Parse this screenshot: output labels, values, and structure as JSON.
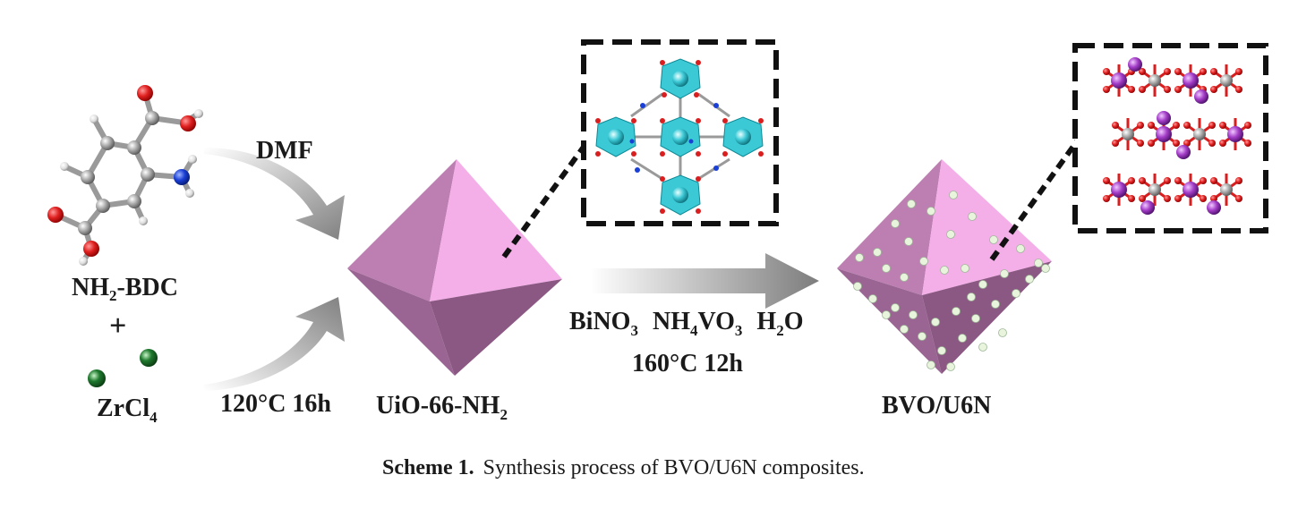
{
  "reactants": {
    "ligand_label_main": "NH",
    "ligand_label_sub": "2",
    "ligand_label_rest": "-BDC",
    "plus": "+",
    "salt_label_main": "ZrCl",
    "salt_label_sub": "4"
  },
  "step1": {
    "solvent": "DMF",
    "conditions": "120°C 16h"
  },
  "mof": {
    "label_main": "UiO-66-NH",
    "label_sub": "2"
  },
  "step2": {
    "reagent1_main": "BiNO",
    "reagent1_sub": "3",
    "reagent2_a": "NH",
    "reagent2_sub1": "4",
    "reagent2_b": "VO",
    "reagent2_sub2": "3",
    "reagent3_a": "H",
    "reagent3_sub": "2",
    "reagent3_b": "O",
    "conditions": "160°C 12h"
  },
  "product": {
    "label": "BVO/U6N"
  },
  "caption": {
    "label": "Scheme 1.",
    "text": "Synthesis process of BVO/U6N composites."
  },
  "colors": {
    "octahedron_light": "#f2a9e6",
    "octahedron_mid": "#b070a0",
    "octahedron_dark": "#8e5a86",
    "arrow_gray": "#8a8a8a",
    "zr_green": "#1f7a2e",
    "oxygen_red": "#d81e1e",
    "nitrogen_blue": "#1a3fd6",
    "carbon_gray": "#9a9a9a",
    "bi_purple": "#a43dc8",
    "cluster_cyan": "#3cc9d6"
  }
}
